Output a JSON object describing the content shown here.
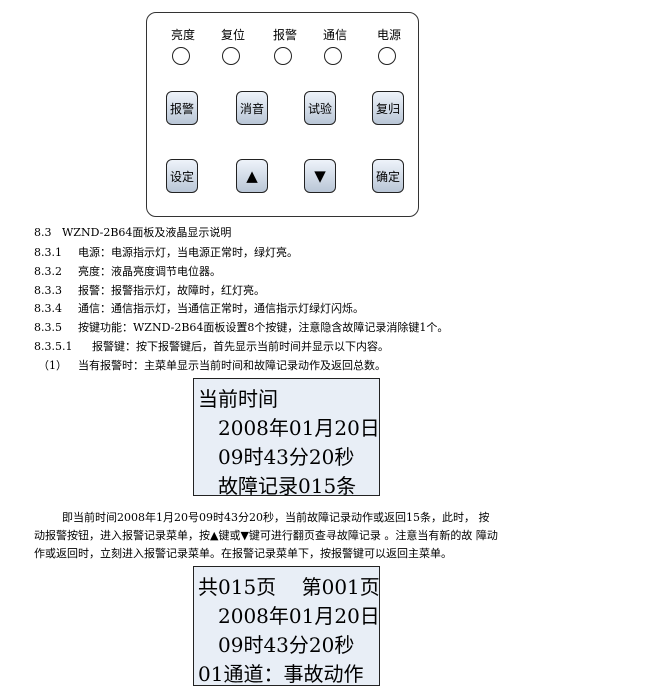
{
  "panel": {
    "leds": [
      "亮度",
      "复位",
      "报警",
      "通信",
      "电源"
    ],
    "keys_row1": [
      "报警",
      "消音",
      "试验",
      "复归"
    ],
    "keys_row2": {
      "set": "设定",
      "up": "▲",
      "down": "▼",
      "ok": "确定"
    }
  },
  "heading": {
    "num": "8.3",
    "text": "WZND-2B64面板及液晶显示说明"
  },
  "items": [
    {
      "num": "8.3.1",
      "text": "电源：电源指示灯，当电源正常时，绿灯亮。"
    },
    {
      "num": "8.3.2",
      "text": "亮度：液晶亮度调节电位器。"
    },
    {
      "num": "8.3.3",
      "text": "报警：报警指示灯，故障时，红灯亮。"
    },
    {
      "num": "8.3.4",
      "text": "通信：通信指示灯，当通信正常时，通信指示灯绿灯闪烁。"
    },
    {
      "num": "8.3.5",
      "text": "按键功能：WZND-2B64面板设置8个按键，注意隐含故障记录消除键1个。"
    },
    {
      "num": "8.3.5.1",
      "text": "报警键：按下报警键后，首先显示当前时间并显示以下内容。"
    },
    {
      "num": "（1）",
      "text": "当有报警时：主菜单显示当前时间和故障记录动作及返回总数。"
    }
  ],
  "lcd1": [
    "当前时间",
    "2008年01月20日",
    "09时43分20秒",
    "故障记录015条"
  ],
  "para": [
    "即当前时间2008年1月20号09时43分20秒，当前故障记录动作或返回15条，此时，    按",
    "动报警按钮，进入报警记录菜单，按▲键或▼键可进行翻页查寻故障记录 。注意当有新的故 障动",
    "作或返回时，立刻进入报警记录菜单。在报警记录菜单下，按报警键可以返回主菜单。"
  ],
  "lcd2": [
    "共015页    第001页",
    "2008年01月20日",
    "09时43分20秒",
    "01通道：事故动作"
  ]
}
